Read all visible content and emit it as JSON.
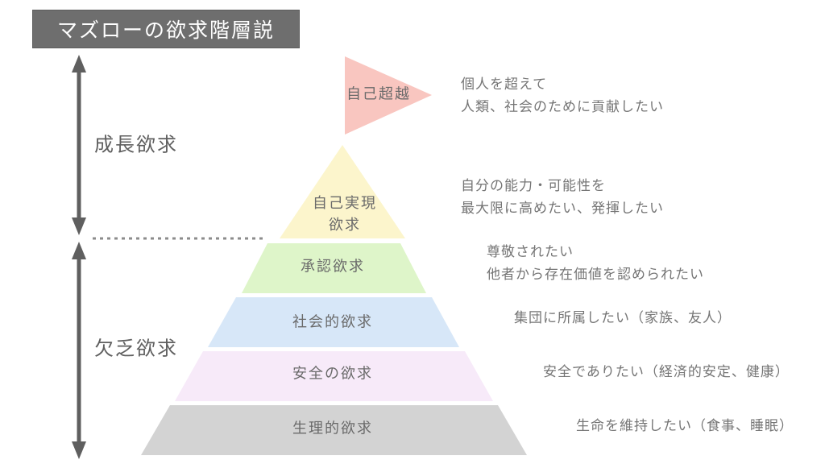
{
  "title": "マズローの欲求階層説",
  "side_labels": {
    "growth": "成長欲求",
    "deficiency": "欠乏欲求"
  },
  "pyramid": {
    "levels": [
      {
        "name": "自己超越",
        "color": "#f9c6c0",
        "description": "個人を超えて\n人類、社会のために貢献したい"
      },
      {
        "name": "自己実現\n欲求",
        "color": "#fcf5cc",
        "description": "自分の能力・可能性を\n最大限に高めたい、発揮したい"
      },
      {
        "name": "承認欲求",
        "color": "#def5c9",
        "description": "尊敬されたい\n他者から存在価値を認められたい"
      },
      {
        "name": "社会的欲求",
        "color": "#d7e7f8",
        "description": "集団に所属したい（家族、友人）"
      },
      {
        "name": "安全の欲求",
        "color": "#f7eaf9",
        "description": "安全でありたい（経済的安定、健康）"
      },
      {
        "name": "生理的欲求",
        "color": "#d3d3d3",
        "description": "生命を維持したい（食事、睡眠）"
      }
    ]
  },
  "colors": {
    "title_bg": "#6e6e6e",
    "title_text": "#ffffff",
    "arrow": "#5f5f5f",
    "divider": "#8c8c8c",
    "level_label_text": "#6a6a6a",
    "description_text": "#757575"
  }
}
